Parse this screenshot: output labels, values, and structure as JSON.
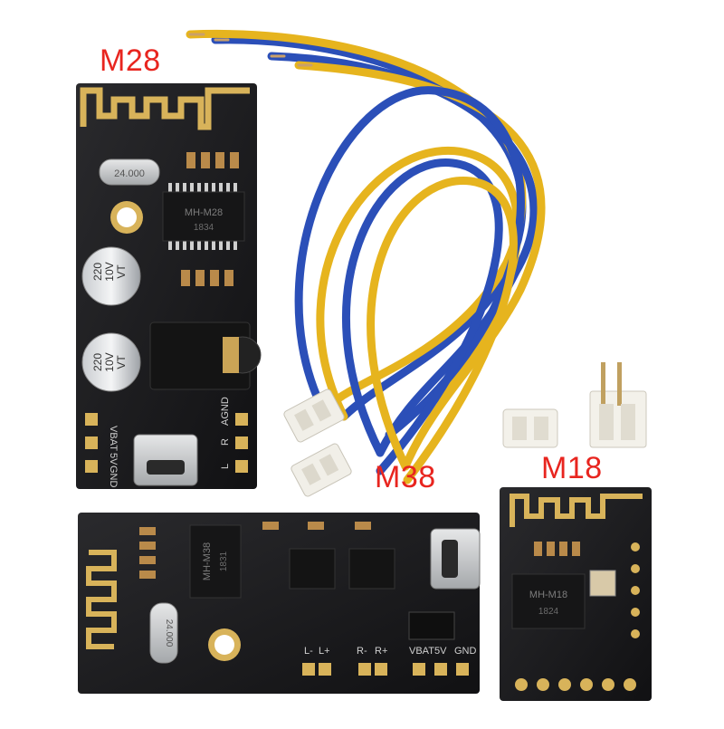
{
  "labels": {
    "m28": "M28",
    "m38": "M38",
    "m18": "M18"
  },
  "m28": {
    "chip_text": "MH-M28",
    "chip_date": "1834",
    "crystal": "24.000",
    "cap_top_lines": [
      "220",
      "10V",
      "VT"
    ],
    "cap_bottom_lines": [
      "220",
      "10V",
      "VT"
    ],
    "pin_left": [
      "VBAT",
      "5V",
      "GND"
    ],
    "pin_right": [
      "AGND",
      "R",
      "L"
    ]
  },
  "m38": {
    "chip_text": "MH-M38",
    "chip_date": "1831",
    "crystal": "24.000",
    "pin_audio": [
      "L-",
      "L+",
      "R-",
      "R+"
    ],
    "pin_power": [
      "VBAT",
      "5V",
      "GND"
    ]
  },
  "m18": {
    "chip_text": "MH-M18",
    "chip_date": "1824"
  },
  "colors": {
    "label": "#e8251f",
    "board": "#1b1b1d",
    "gold": "#d8b35a",
    "wire_blue": "#2b4fb8",
    "wire_yellow": "#e6b41e"
  }
}
